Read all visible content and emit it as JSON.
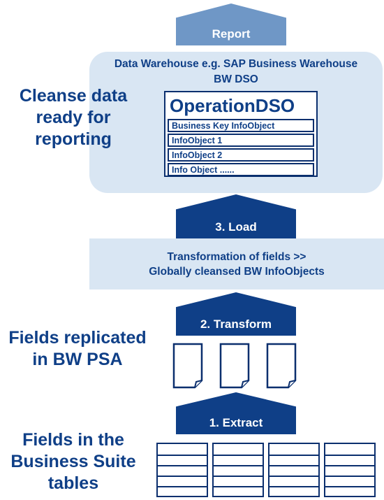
{
  "colors": {
    "dark_blue": "#0b2f6e",
    "mid_blue": "#1f5ea8",
    "light_blue": "#d9e6f3",
    "report_blue": "#6f97c6",
    "text_blue": "#0f3f87"
  },
  "report": {
    "label": "Report"
  },
  "warehouse": {
    "line1": "Data Warehouse e.g. SAP Business Warehouse",
    "line2": "BW DSO",
    "table_title": "OperationDSO",
    "rows": [
      "Business Key InfoObject",
      "InfoObject 1",
      "InfoObject 2",
      "Info Object ......"
    ]
  },
  "side_labels": {
    "cleanse": [
      "Cleanse data",
      "ready for",
      "reporting"
    ],
    "replicated": [
      "Fields replicated",
      "in BW PSA"
    ],
    "business": [
      "Fields in the",
      "Business Suite",
      "tables"
    ]
  },
  "steps": {
    "load": "3. Load",
    "transform": "2. Transform",
    "extract": "1. Extract"
  },
  "transformation": {
    "line1": "Transformation of fields >>",
    "line2": "Globally cleansed BW InfoObjects"
  }
}
